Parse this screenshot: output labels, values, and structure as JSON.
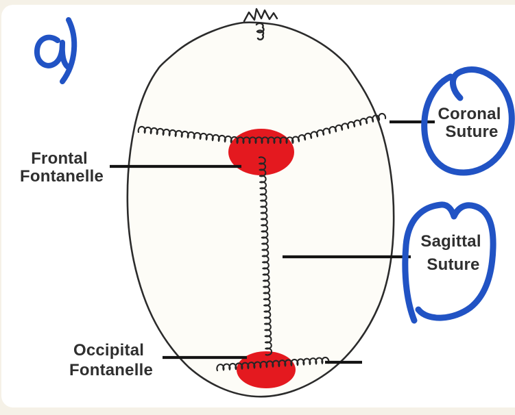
{
  "page": {
    "background_color": "#f5f1e7",
    "card_color": "#ffffff"
  },
  "pen_annotation": {
    "marker_text": "a)",
    "color": "#2153c4"
  },
  "diagram": {
    "subject": "fetal skull top view with fontanelles and sutures",
    "skull_outline_color": "#2b2b2b",
    "fontanelle_color": "#e4191f",
    "leader_line_color": "#141414",
    "label_color": "#2f2f2f",
    "labels": {
      "frontal_fontanelle": {
        "line1": "Frontal",
        "line2": "Fontanelle"
      },
      "occipital_fontanelle": {
        "line1": "Occipital",
        "line2": "Fontanelle"
      },
      "coronal_suture": {
        "line1": "Coronal",
        "line2": "Suture"
      },
      "sagittal_suture": {
        "line1": "Sagittal",
        "line2": "Suture"
      }
    }
  }
}
